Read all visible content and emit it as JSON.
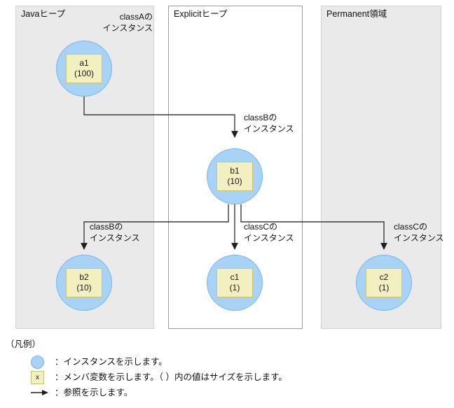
{
  "diagram": {
    "regions": [
      {
        "id": "java-heap",
        "title": "Javaヒープ",
        "style": "shaded"
      },
      {
        "id": "explicit-heap",
        "title": "Explicitヒープ",
        "style": "outlined"
      },
      {
        "id": "permanent-area",
        "title": "Permanent領域",
        "style": "shaded"
      }
    ],
    "instances": [
      {
        "id": "a1",
        "name": "a1",
        "size": "(100)",
        "region": "java-heap"
      },
      {
        "id": "b1",
        "name": "b1",
        "size": "(10)",
        "region": "explicit-heap"
      },
      {
        "id": "b2",
        "name": "b2",
        "size": "(10)",
        "region": "java-heap"
      },
      {
        "id": "c1",
        "name": "c1",
        "size": "(1)",
        "region": "explicit-heap"
      },
      {
        "id": "c2",
        "name": "c2",
        "size": "(1)",
        "region": "permanent-area"
      }
    ],
    "annotations": [
      {
        "id": "anno-a1",
        "line1": "classAの",
        "line2": "インスタンス",
        "target": "a1"
      },
      {
        "id": "anno-b1",
        "line1": "classBの",
        "line2": "インスタンス",
        "target": "b1"
      },
      {
        "id": "anno-b2",
        "line1": "classBの",
        "line2": "インスタンス",
        "target": "b2"
      },
      {
        "id": "anno-c1",
        "line1": "classCの",
        "line2": "インスタンス",
        "target": "c1"
      },
      {
        "id": "anno-c2",
        "line1": "classCの",
        "line2": "インスタンス",
        "target": "c2"
      }
    ],
    "references": [
      {
        "from": "a1",
        "to": "b1"
      },
      {
        "from": "b1",
        "to": "b2"
      },
      {
        "from": "b1",
        "to": "c1"
      },
      {
        "from": "b1",
        "to": "c2"
      }
    ]
  },
  "legend": {
    "title": "（凡例）",
    "rows": [
      {
        "id": "legend-instance",
        "key": "instance-circle",
        "key_text": "",
        "text": "：インスタンスを示します。"
      },
      {
        "id": "legend-member",
        "key": "member-square",
        "key_text": "x",
        "text": "：メンバ変数を示します。（ ）内の値はサイズを示します。"
      },
      {
        "id": "legend-arrow",
        "key": "arrow-glyph",
        "key_text": "",
        "text": "：参照を示します。"
      }
    ]
  },
  "colors": {
    "instance_fill": "#a8d3f7",
    "instance_stroke": "#74b6ef",
    "member_fill": "#f2efc0",
    "member_stroke": "#c9c472",
    "region_shaded_fill": "#eaeaea",
    "region_outline": "#9a9a9a",
    "wire": "#3a3a3a"
  }
}
